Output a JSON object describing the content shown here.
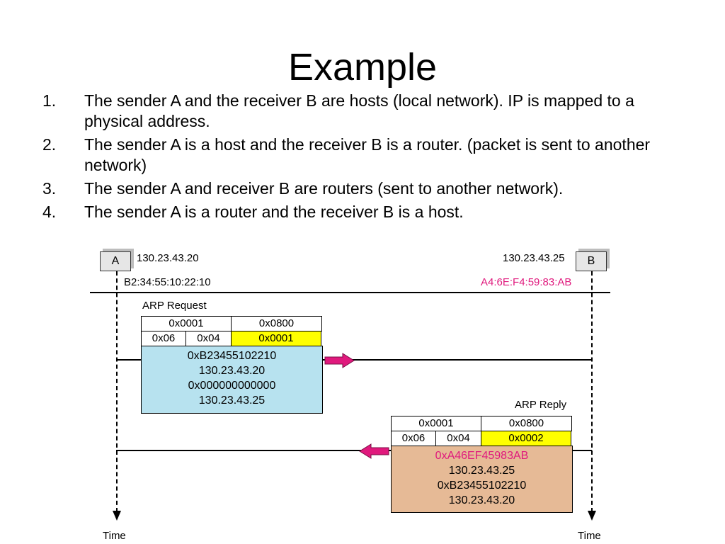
{
  "slide": {
    "title": "Example",
    "items": [
      {
        "num": "1.",
        "text": "The sender A and the receiver B are hosts (local network). IP is mapped to a physical address."
      },
      {
        "num": "2.",
        "text": "The sender A is a host and the receiver B is a router. (packet is sent to another network)"
      },
      {
        "num": "3.",
        "text": "The sender A and receiver B are routers (sent to another network)."
      },
      {
        "num": "4.",
        "text": "The sender A is a router and the receiver B is a host."
      }
    ]
  },
  "diagram": {
    "host_a": {
      "label": "A",
      "ip": "130.23.43.20",
      "mac": "B2:34:55:10:22:10"
    },
    "host_b": {
      "label": "B",
      "ip": "130.23.43.25",
      "mac": "A4:6E:F4:59:83:AB"
    },
    "time_label": "Time",
    "request": {
      "title": "ARP Request",
      "hw_type": "0x0001",
      "proto_type": "0x0800",
      "hw_len": "0x06",
      "proto_len": "0x04",
      "operation": "0x0001",
      "body": [
        "0xB23455102210",
        "130.23.43.20",
        "0x000000000000",
        "130.23.43.25"
      ]
    },
    "reply": {
      "title": "ARP Reply",
      "hw_type": "0x0001",
      "proto_type": "0x0800",
      "hw_len": "0x06",
      "proto_len": "0x04",
      "operation": "0x0002",
      "body": [
        "0xA46EF45983AB",
        "130.23.43.25",
        "0xB23455102210",
        "130.23.43.20"
      ]
    },
    "colors": {
      "highlight": "#ffff00",
      "accent_pink": "#e0197d",
      "request_body": "#b7e2ef",
      "reply_body": "#e6ba96"
    }
  }
}
